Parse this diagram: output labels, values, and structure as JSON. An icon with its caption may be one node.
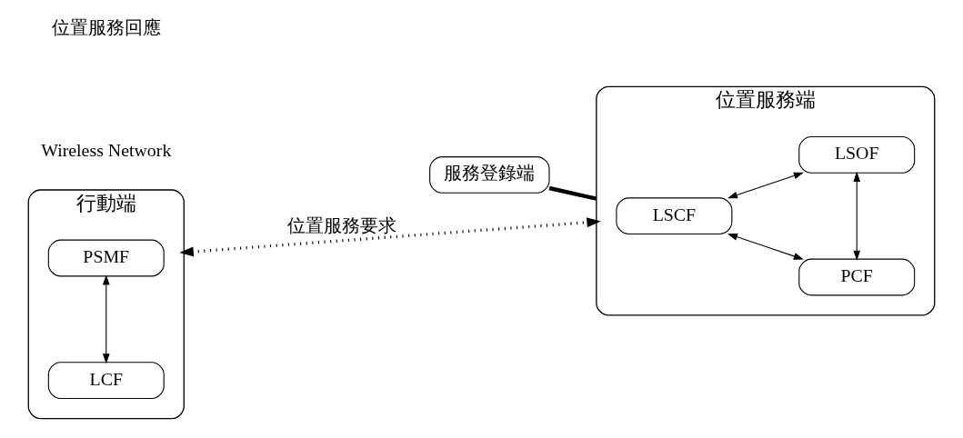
{
  "diagram": {
    "nodes": [
      {
        "text": [
          "服務登錄端"
        ]
      },
      {
        "text": [
          "行動端"
        ]
      },
      {
        "text": [
          "LCF"
        ],
        "in": 1
      },
      {
        "text": [
          "PSMF"
        ],
        "in": 1
      },
      {
        "text": [
          "位置服務端"
        ]
      },
      {
        "text": [
          "LSCF"
        ],
        "in": 4
      },
      {
        "text": [
          "PCF"
        ],
        "in": 4
      },
      {
        "text": [
          "LSOF"
        ],
        "in": 4
      }
    ],
    "edges": [
      {
        "from": 0,
        "to": 4,
        "arrow": "none",
        "style": "thick"
      },
      {
        "from": 2,
        "to": 3,
        "arrow": "both"
      },
      {
        "from": 1,
        "to": 4,
        "arrow": "both",
        "style": "dashed",
        "label": "位置服務要求"
      },
      {
        "from": 5,
        "to": 6,
        "arrow": "both"
      },
      {
        "from": 5,
        "to": 7,
        "arrow": "both"
      },
      {
        "from": 6,
        "to": 7,
        "arrow": "both"
      }
    ],
    "labels": [
      "位置服務回應",
      "Wireless Network"
    ]
  }
}
